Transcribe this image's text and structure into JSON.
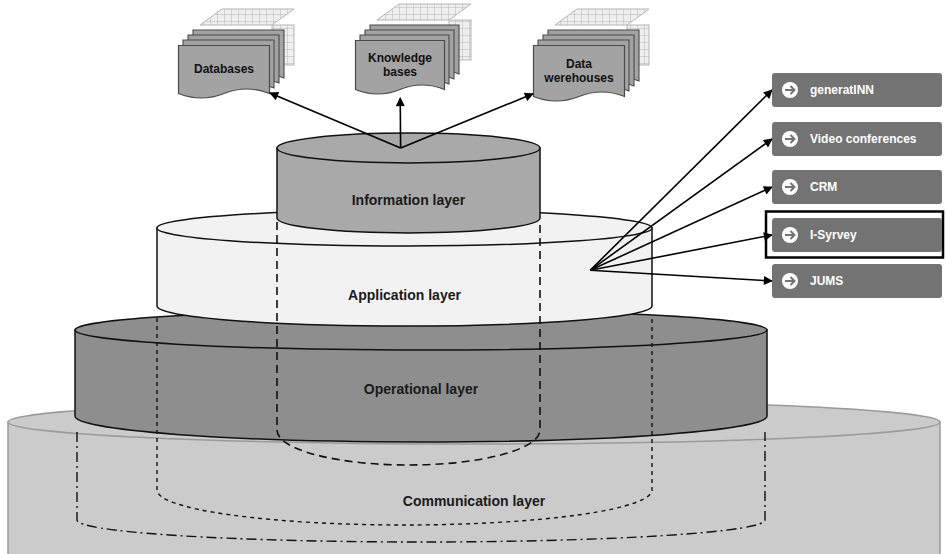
{
  "diagram": {
    "nodes": [
      {
        "text": [
          "Databases"
        ]
      },
      {
        "text": [
          "Knowledge bases"
        ]
      },
      {
        "text": [
          "Data werehouses"
        ]
      },
      {
        "text": [
          "generatINN"
        ]
      },
      {
        "text": [
          "Video conferences"
        ]
      },
      {
        "text": [
          "CRM"
        ]
      },
      {
        "text": [
          "I-Syrvey"
        ]
      },
      {
        "text": [
          "JUMS"
        ]
      },
      {
        "text": [
          "Information layer"
        ]
      },
      {
        "text": [
          "Application layer"
        ]
      },
      {
        "text": [
          "Operational layer"
        ]
      },
      {
        "text": [
          "Communication layer"
        ]
      }
    ],
    "edges": [
      {
        "from": 8,
        "to": 0,
        "arrow": "to"
      },
      {
        "from": 8,
        "to": 1,
        "arrow": "to"
      },
      {
        "from": 8,
        "to": 2,
        "arrow": "to"
      },
      {
        "from": 9,
        "to": 3,
        "arrow": "to"
      },
      {
        "from": 9,
        "to": 4,
        "arrow": "to"
      },
      {
        "from": 9,
        "to": 5,
        "arrow": "to"
      },
      {
        "from": 9,
        "to": 6,
        "arrow": "to"
      },
      {
        "from": 9,
        "to": 7,
        "arrow": "to"
      }
    ]
  }
}
